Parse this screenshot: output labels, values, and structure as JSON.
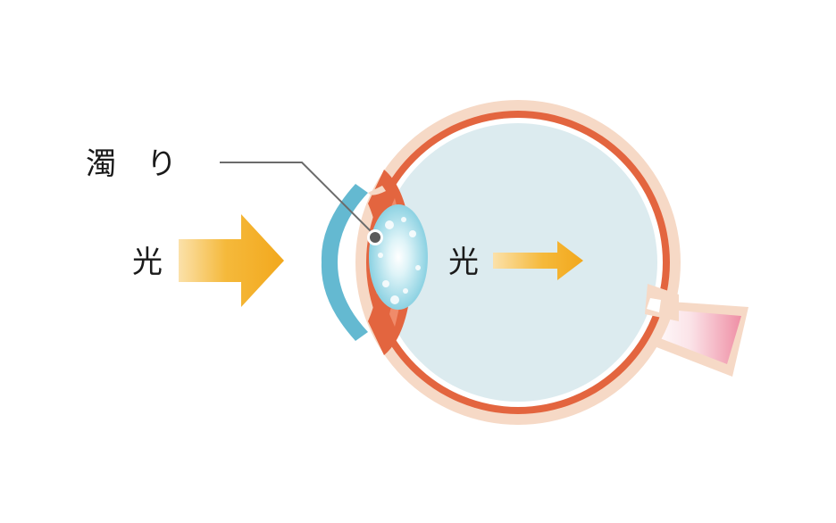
{
  "labels": {
    "opacity": "濁　り",
    "light_left": "光",
    "light_inside": "光"
  },
  "colors": {
    "sclera": "#f6d9c6",
    "retina": "#e3653f",
    "vitreous": "#dcebef",
    "cornea": "#64b9d1",
    "lens": "#9fd9e6",
    "arrow_dark": "#f2a81d",
    "arrow_light": "#fbe1aa",
    "optic_nerve_pink": "#ef8fa5",
    "leader_line": "#6b6b6b"
  },
  "icons": {
    "eye": "eye-cross-section-icon",
    "arrow": "arrow-right-icon"
  }
}
